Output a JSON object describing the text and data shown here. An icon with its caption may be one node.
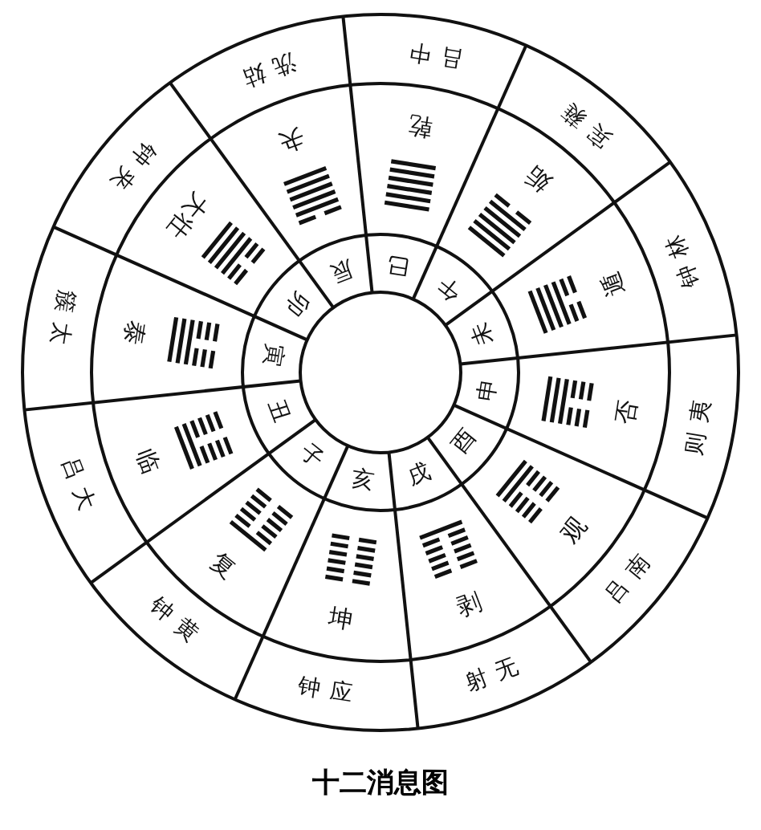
{
  "diagram": {
    "caption": "十二消息图",
    "labels": [
      "吕中",
      "宾蕤",
      "钟林",
      "则夷",
      "吕南",
      "射无",
      "钟应",
      "钟黄",
      "吕大",
      "簇太",
      "钟夹",
      "洗姑",
      "乾",
      "姤",
      "遁",
      "否",
      "观",
      "剥",
      "坤",
      "复",
      "临",
      "泰",
      "大壮",
      "夬",
      "巳",
      "午",
      "未",
      "申",
      "酉",
      "戌",
      "亥",
      "子",
      "丑",
      "寅",
      "卯",
      "辰"
    ]
  }
}
